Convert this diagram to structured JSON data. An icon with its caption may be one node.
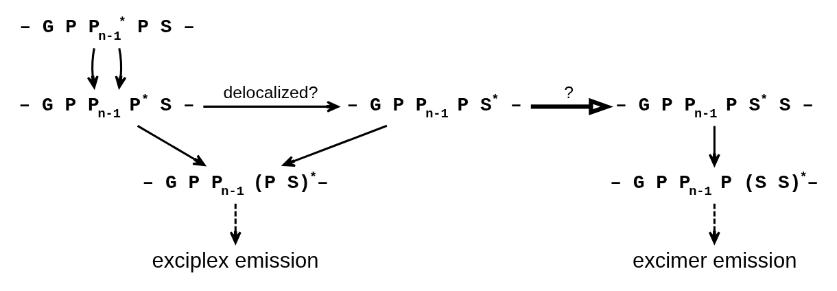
{
  "diagram": {
    "nodes": [
      {
        "text": [
          "– G P P$_{n-1}$$^{*}$ P S –"
        ]
      },
      {
        "text": [
          "– G P P$_{n-1}$ P$^{*}$ S –"
        ]
      },
      {
        "text": [
          "– G P P$_{n-1}$ (P S)$^{*}$–"
        ]
      },
      {
        "text": [
          "exciplex emission"
        ]
      },
      {
        "text": [
          "– G P P$_{n-1}$ P S$^{*}$ –"
        ]
      },
      {
        "text": [
          "– G P P$_{n-1}$ P S$^{*}$ S –"
        ]
      },
      {
        "text": [
          "– G P P$_{n-1}$ P (S S)$^{*}$–"
        ]
      },
      {
        "text": [
          "excimer emission"
        ]
      }
    ],
    "edges": [
      {
        "from": 0,
        "to": 1,
        "arrow": "to"
      },
      {
        "from": 0,
        "to": 1,
        "arrow": "to"
      },
      {
        "from": 1,
        "to": 4,
        "arrow": "to",
        "label": "delocalized?"
      },
      {
        "from": 1,
        "to": 2,
        "arrow": "to"
      },
      {
        "from": 4,
        "to": 2,
        "arrow": "to"
      },
      {
        "from": 2,
        "to": 3,
        "arrow": "to",
        "style": "dashed"
      },
      {
        "from": 4,
        "to": 5,
        "arrow": "to",
        "label": "?",
        "style": "thick"
      },
      {
        "from": 5,
        "to": 6,
        "arrow": "to"
      },
      {
        "from": 6,
        "to": 7,
        "arrow": "to",
        "style": "dashed"
      }
    ]
  }
}
